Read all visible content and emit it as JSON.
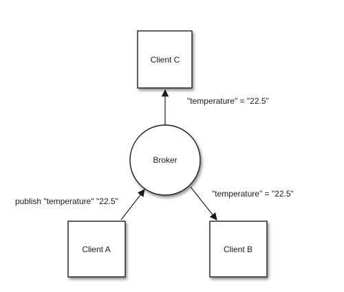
{
  "nodes": {
    "client_c": "Client C",
    "broker": "Broker",
    "client_a": "Client A",
    "client_b": "Client B"
  },
  "edges": {
    "broker_to_client_c": "\"temperature\" = \"22.5\"",
    "broker_to_client_b": "\"temperature\" = \"22.5\"",
    "client_a_to_broker": "publish \"temperature\" \"22.5\""
  },
  "colors": {
    "stroke": "#1a1a1a",
    "shadow": "#9a9a9a",
    "background": "#ffffff"
  }
}
